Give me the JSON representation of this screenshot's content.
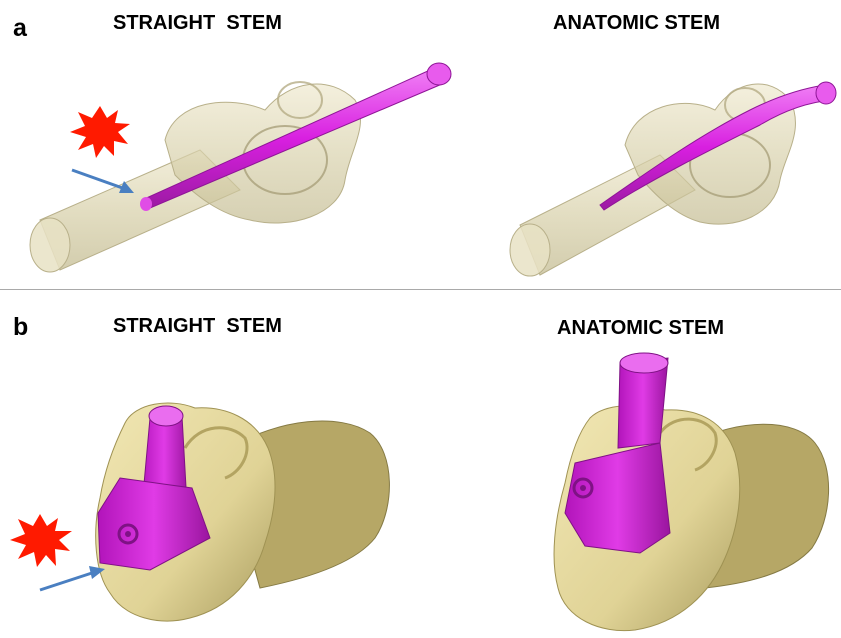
{
  "panels": [
    {
      "letter": "a",
      "left_title": "STRAIGHT  STEM",
      "right_title": "ANATOMIC STEM"
    },
    {
      "letter": "b",
      "left_title": "STRAIGHT  STEM",
      "right_title": "ANATOMIC STEM"
    }
  ],
  "colors": {
    "stem": "#d81fe0",
    "bone_translucent": "#c9c29a",
    "bone_solid": "#e7dca0",
    "bone_shadow": "#8c8350",
    "impingement_star": "#ff1a00",
    "arrow": "#4a7fc1",
    "divider": "#a9a9a9"
  },
  "icons": [
    "impingement-star-icon",
    "arrow-icon"
  ]
}
